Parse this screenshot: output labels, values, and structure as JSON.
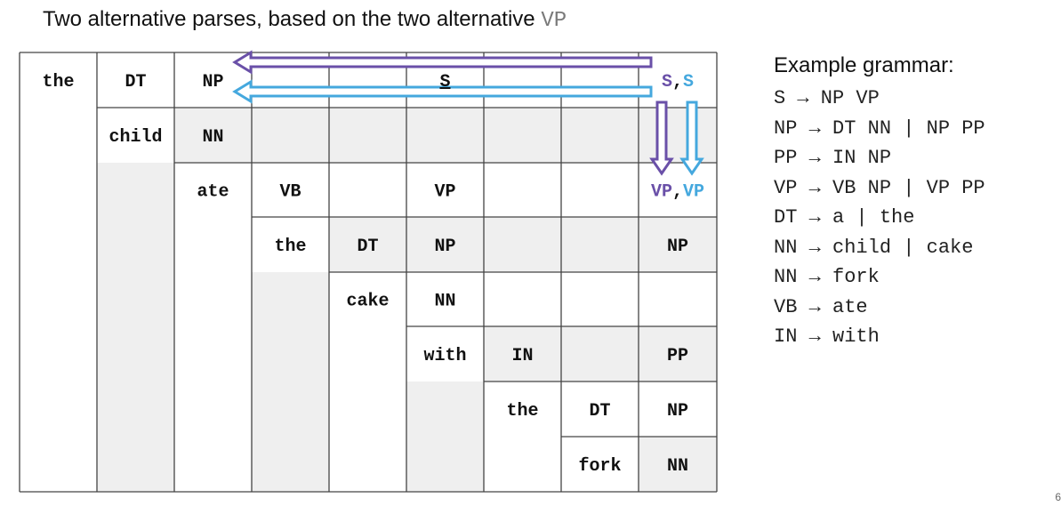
{
  "title": {
    "text": "Two alternative parses, based on the two alternative ",
    "mono": "VP"
  },
  "colors": {
    "purple": "#6a50a8",
    "blue": "#45a8de",
    "shaded": "#efefef",
    "grid": "#444444"
  },
  "words": [
    "the",
    "child",
    "ate",
    "the",
    "cake",
    "with",
    "the",
    "fork"
  ],
  "chart": {
    "cells": [
      {
        "r": 0,
        "c": 0,
        "text": "the"
      },
      {
        "r": 0,
        "c": 1,
        "text": "DT"
      },
      {
        "r": 0,
        "c": 2,
        "text": "NP"
      },
      {
        "r": 0,
        "c": 5,
        "text": "S",
        "underline": true
      },
      {
        "r": 0,
        "c": 8,
        "parts": [
          {
            "text": "S",
            "color": "purple"
          },
          {
            "text": ",",
            "color": "text"
          },
          {
            "text": "S",
            "color": "blue"
          }
        ]
      },
      {
        "r": 1,
        "c": 1,
        "text": "child"
      },
      {
        "r": 1,
        "c": 2,
        "text": "NN"
      },
      {
        "r": 2,
        "c": 2,
        "text": "ate"
      },
      {
        "r": 2,
        "c": 3,
        "text": "VB"
      },
      {
        "r": 2,
        "c": 5,
        "text": "VP"
      },
      {
        "r": 2,
        "c": 8,
        "parts": [
          {
            "text": "VP",
            "color": "purple"
          },
          {
            "text": ",",
            "color": "text"
          },
          {
            "text": "VP",
            "color": "blue"
          }
        ]
      },
      {
        "r": 3,
        "c": 3,
        "text": "the"
      },
      {
        "r": 3,
        "c": 4,
        "text": "DT"
      },
      {
        "r": 3,
        "c": 5,
        "text": "NP"
      },
      {
        "r": 3,
        "c": 8,
        "text": "NP"
      },
      {
        "r": 4,
        "c": 4,
        "text": "cake"
      },
      {
        "r": 4,
        "c": 5,
        "text": "NN"
      },
      {
        "r": 5,
        "c": 5,
        "text": "with"
      },
      {
        "r": 5,
        "c": 6,
        "text": "IN"
      },
      {
        "r": 5,
        "c": 8,
        "text": "PP"
      },
      {
        "r": 6,
        "c": 6,
        "text": "the"
      },
      {
        "r": 6,
        "c": 7,
        "text": "DT"
      },
      {
        "r": 6,
        "c": 8,
        "text": "NP"
      },
      {
        "r": 7,
        "c": 7,
        "text": "fork"
      },
      {
        "r": 7,
        "c": 8,
        "text": "NN"
      }
    ],
    "shaded_cells": [
      [
        1,
        2
      ],
      [
        1,
        3
      ],
      [
        1,
        4
      ],
      [
        1,
        5
      ],
      [
        1,
        6
      ],
      [
        1,
        7
      ],
      [
        1,
        8
      ],
      [
        3,
        4
      ],
      [
        3,
        5
      ],
      [
        3,
        6
      ],
      [
        3,
        7
      ],
      [
        3,
        8
      ],
      [
        5,
        6
      ],
      [
        5,
        7
      ],
      [
        5,
        8
      ],
      [
        7,
        8
      ]
    ],
    "unshaded_triangle_columns": [
      0,
      2,
      4,
      6
    ]
  },
  "grammar": {
    "heading": "Example grammar:",
    "rules": [
      "S → NP VP",
      "NP → DT NN | NP PP",
      "PP → IN NP",
      "VP → VB NP | VP PP",
      "DT → a | the",
      "NN → child | cake",
      "NN → fork",
      "VB → ate",
      "IN → with"
    ]
  },
  "page_corner": "6"
}
